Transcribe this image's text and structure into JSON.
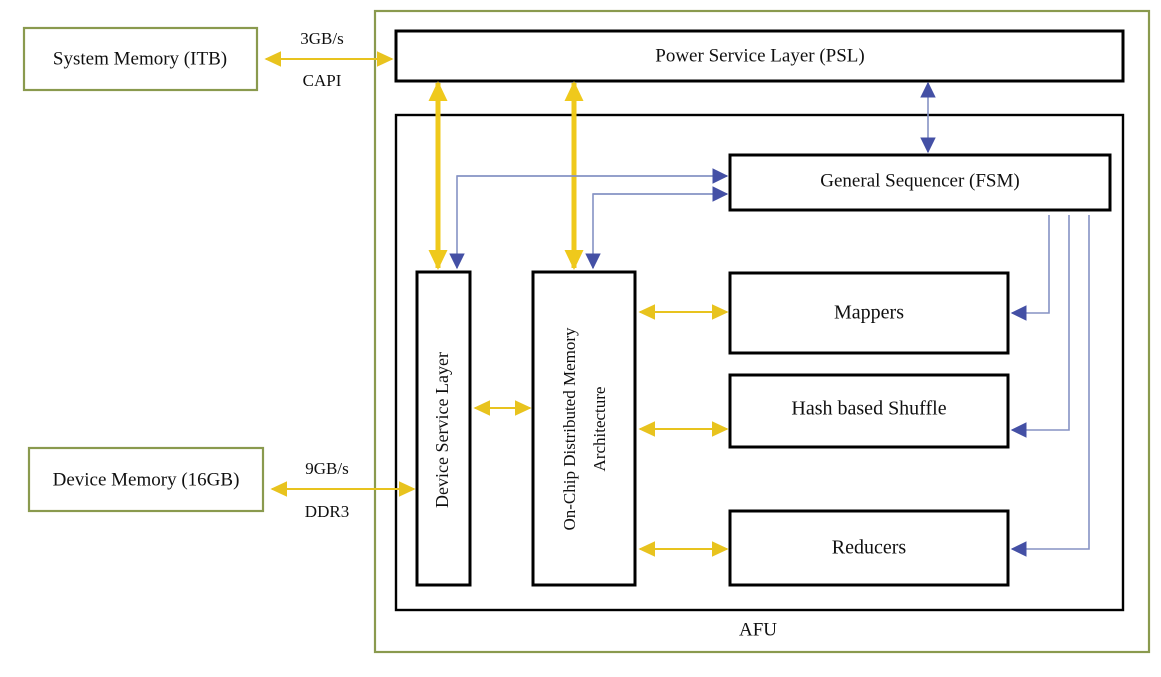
{
  "diagram": {
    "title_label": "AFU",
    "external": {
      "system_memory": {
        "label": "System Memory (ITB)",
        "link_rate": "3GB/s",
        "link_protocol": "CAPI"
      },
      "device_memory": {
        "label": "Device Memory (16GB)",
        "link_rate": "9GB/s",
        "link_protocol": "DDR3"
      }
    },
    "blocks": {
      "psl": "Power Service Layer (PSL)",
      "fsm": "General Sequencer (FSM)",
      "mappers": "Mappers",
      "shuffle": "Hash based Shuffle",
      "reducers": "Reducers",
      "dsl_line1": "Device Service Layer",
      "onchip_line1": "On-Chip Distributed Memory",
      "onchip_line2": "Architecture"
    },
    "colors": {
      "green_border": "#8a9a4e",
      "yellow_arrow": "#E8C31E",
      "blue_arrow": "#8592c4",
      "blue_arrowhead": "#4450a5",
      "box_border": "#000000",
      "background": "#ffffff"
    }
  }
}
